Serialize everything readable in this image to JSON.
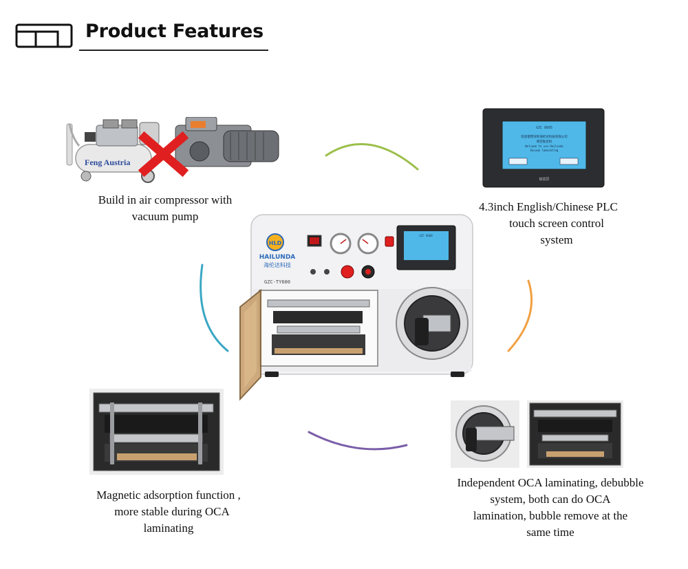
{
  "header": {
    "title": "Product Features",
    "icon": "window-frame-icon"
  },
  "colors": {
    "arc_green": "#9bbf4a",
    "arc_teal": "#3aa7c4",
    "arc_orange": "#f0a040",
    "arc_purple": "#7a5ea8",
    "machine_body": "#f2f2f4",
    "screen_blue": "#4fb8e8",
    "cross_red": "#e02020"
  },
  "machine": {
    "brand": "HAILUNDA",
    "brand_cn": "海伦达科技",
    "model": "GZC-TY600",
    "logo": "HLD",
    "screen_text": "GZC 8600"
  },
  "features": {
    "compressor": {
      "lines": [
        "Build in air compressor with",
        "vacuum pump"
      ],
      "photo_label": "Feng Austria"
    },
    "screen": {
      "lines": [
        "4.3inch English/Chinese PLC",
        "touch screen control",
        "system"
      ],
      "screen_title": "GZC 8605",
      "screen_cn": "欢迎使用深圳海伦达科技有限公司",
      "screen_cn2": "真空贴合机",
      "screen_en": "Welcome to use Hailunda",
      "screen_en2": "Vacuum laminating",
      "panel_label": "触摸屏"
    },
    "magnetic": {
      "lines": [
        "Magnetic adsorption  function ,",
        "more stable during OCA",
        "laminating"
      ]
    },
    "oca": {
      "lines": [
        "Independent OCA  laminating, debubble",
        "system, both can do OCA",
        "lamination, bubble remove at the",
        "same time"
      ]
    }
  }
}
